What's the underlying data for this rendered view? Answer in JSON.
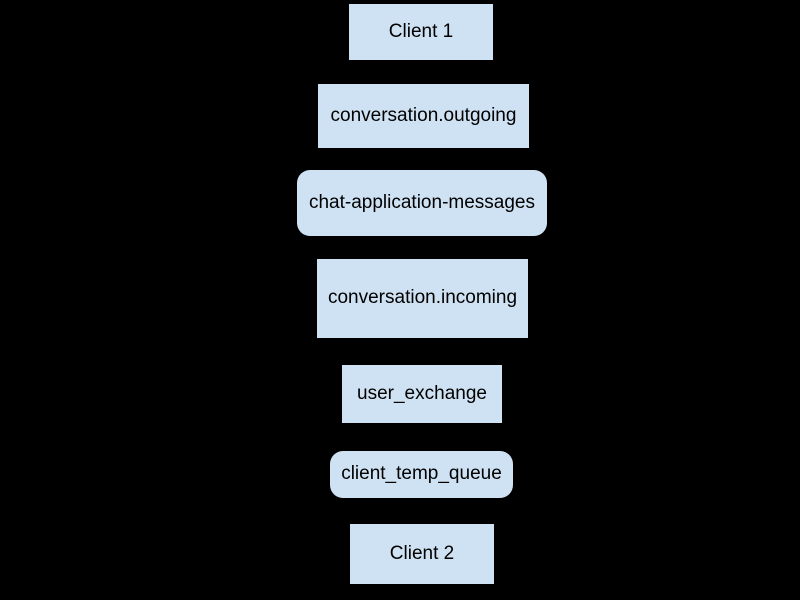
{
  "diagram": {
    "description": "Vertical message-flow diagram between two chat clients",
    "background_color": "#000000",
    "node_fill_color": "#cfe2f3",
    "node_text_color": "#000000",
    "nodes": [
      {
        "id": "client-1",
        "label": "Client 1",
        "shape": "rectangle"
      },
      {
        "id": "conversation-outgoing",
        "label": "conversation.outgoing",
        "shape": "rectangle"
      },
      {
        "id": "chat-application-messages",
        "label": "chat-application-messages",
        "shape": "rounded-rectangle"
      },
      {
        "id": "conversation-incoming",
        "label": "conversation.incoming",
        "shape": "rectangle"
      },
      {
        "id": "user-exchange",
        "label": "user_exchange",
        "shape": "rectangle"
      },
      {
        "id": "client-temp-queue",
        "label": "client_temp_queue",
        "shape": "rounded-rectangle"
      },
      {
        "id": "client-2",
        "label": "Client 2",
        "shape": "rectangle"
      }
    ]
  }
}
